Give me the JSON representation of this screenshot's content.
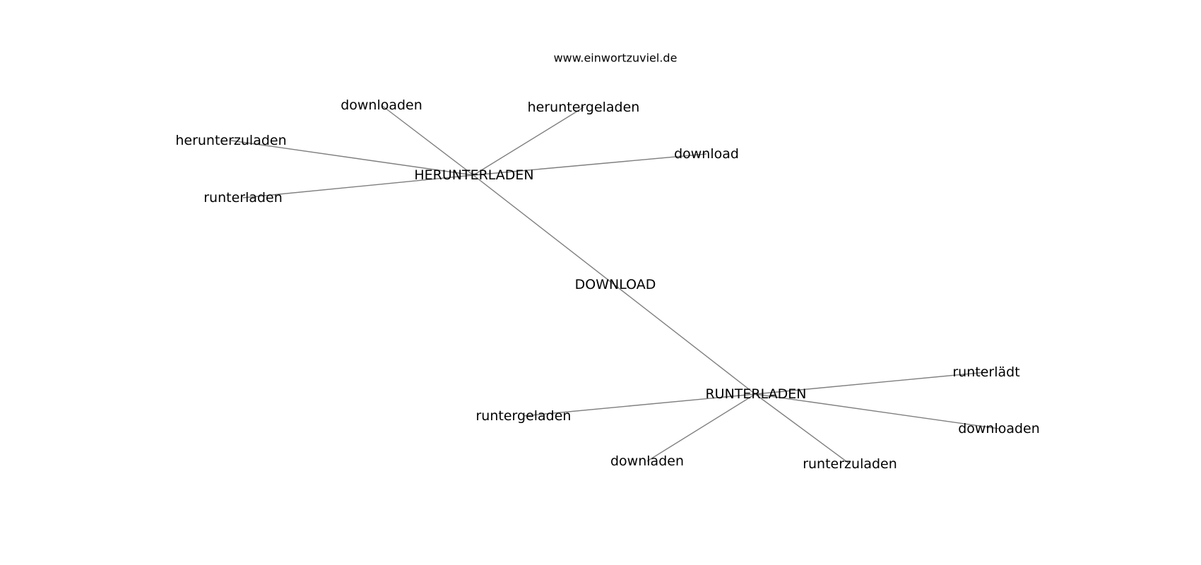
{
  "watermark": "www.einwortzuviel.de",
  "graph": {
    "root": "DOWNLOAD",
    "hubs": {
      "herunterladen": "HERUNTERLADEN",
      "runterladen": "RUNTERLADEN"
    },
    "leaves": {
      "herunterladen": [
        "downloaden",
        "heruntergeladen",
        "herunterzuladen",
        "download",
        "runterladen"
      ],
      "runterladen": [
        "runterlädt",
        "runtergeladen",
        "downloaden",
        "downladen",
        "runterzuladen"
      ]
    }
  }
}
